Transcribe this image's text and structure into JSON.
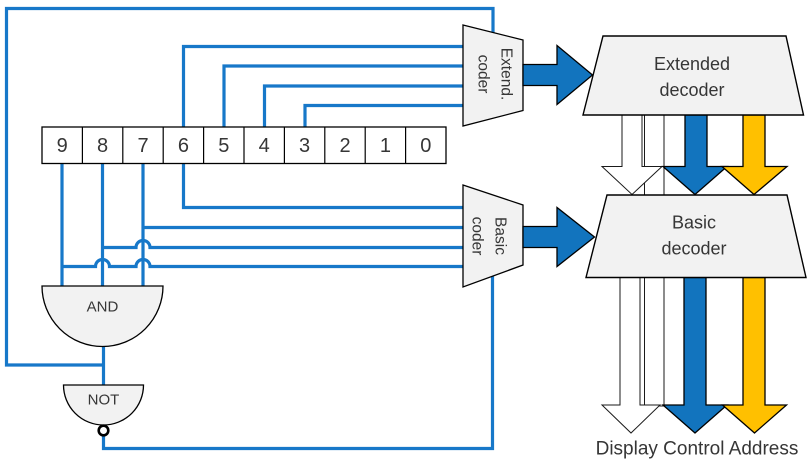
{
  "diagram": {
    "register": {
      "bits": [
        "9",
        "8",
        "7",
        "6",
        "5",
        "4",
        "3",
        "2",
        "1",
        "0"
      ]
    },
    "gates": {
      "and_label": "AND",
      "not_label": "NOT"
    },
    "coders": {
      "extended": {
        "line1": "Extend.",
        "line2": "coder"
      },
      "basic": {
        "line1": "Basic",
        "line2": "coder"
      }
    },
    "decoders": {
      "extended": {
        "line1": "Extended",
        "line2": "decoder"
      },
      "basic": {
        "line1": "Basic",
        "line2": "decoder"
      }
    },
    "output_label": "Display Control Address",
    "colors": {
      "wire_blue": "#1778C9",
      "arrow_blue": "#1274BE",
      "arrow_yellow": "#FFC000",
      "shape_fill": "#F2F2F2",
      "text": "#363636"
    }
  }
}
